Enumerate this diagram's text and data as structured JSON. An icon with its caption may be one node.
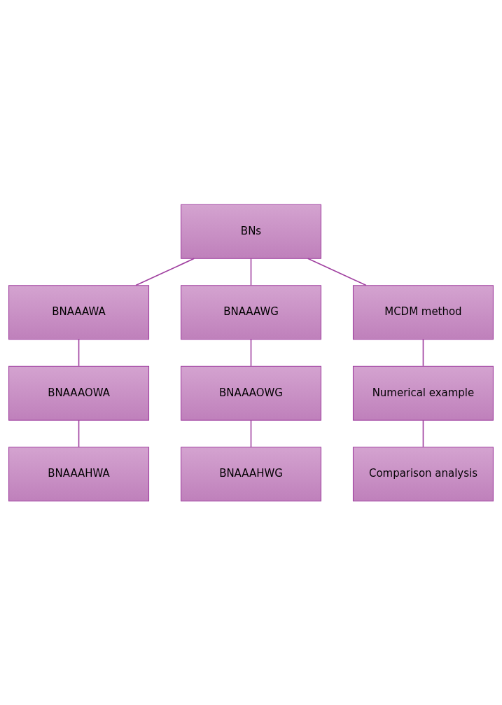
{
  "diagram": {
    "nodes": [
      {
        "text": [
          "BNs"
        ]
      },
      {
        "text": [
          "BNAAAWA"
        ]
      },
      {
        "text": [
          "BNAAAOWA"
        ]
      },
      {
        "text": [
          "BNAAAHWA"
        ]
      },
      {
        "text": [
          "BNAAAWG"
        ]
      },
      {
        "text": [
          "BNAAAOWG"
        ]
      },
      {
        "text": [
          "BNAAAHWG"
        ]
      },
      {
        "text": [
          "MCDM method"
        ]
      },
      {
        "text": [
          "Numerical example"
        ]
      },
      {
        "text": [
          "Comparison analysis"
        ]
      }
    ],
    "edges": [
      {
        "from": 0,
        "to": 1,
        "arrow": "none"
      },
      {
        "from": 0,
        "to": 7,
        "arrow": "none"
      },
      {
        "from": 0,
        "to": 4,
        "arrow": "none"
      },
      {
        "from": 1,
        "to": 2,
        "arrow": "none"
      },
      {
        "from": 2,
        "to": 3,
        "arrow": "none"
      },
      {
        "from": 4,
        "to": 5,
        "arrow": "none"
      },
      {
        "from": 5,
        "to": 6,
        "arrow": "none"
      },
      {
        "from": 7,
        "to": 8,
        "arrow": "none"
      },
      {
        "from": 8,
        "to": 9,
        "arrow": "none"
      }
    ]
  }
}
